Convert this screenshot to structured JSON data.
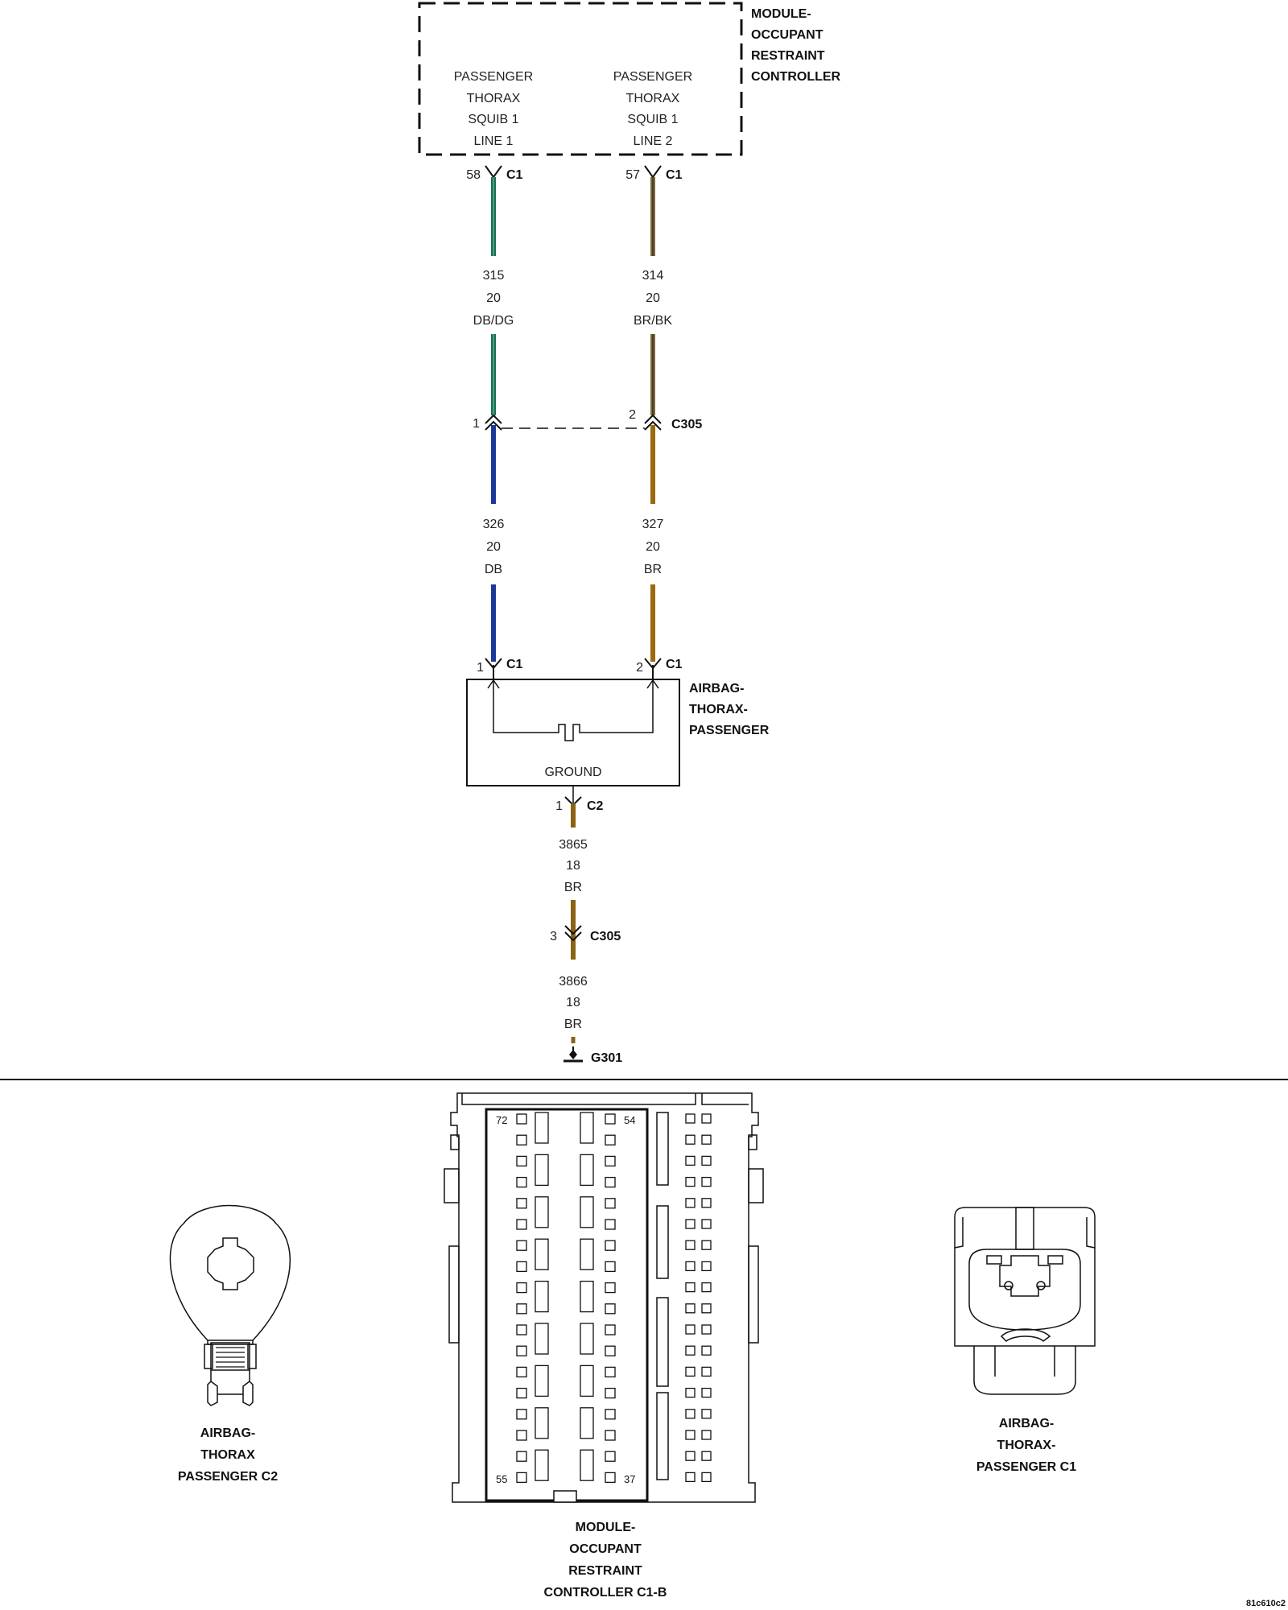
{
  "module": {
    "title": [
      "MODULE-",
      "OCCUPANT",
      "RESTRAINT",
      "CONTROLLER"
    ],
    "circuit1_label": [
      "PASSENGER",
      "THORAX",
      "SQUIB 1",
      "LINE 1"
    ],
    "circuit2_label": [
      "PASSENGER",
      "THORAX",
      "SQUIB 1",
      "LINE 2"
    ],
    "pin_left": "58",
    "pin_right": "57",
    "connector": "C1"
  },
  "wires_upper": [
    {
      "number": "315",
      "gauge": "20",
      "color_code": "DB/DG",
      "color": "#1f6b5e"
    },
    {
      "number": "314",
      "gauge": "20",
      "color_code": "BR/BK",
      "color": "#7c6a3e"
    }
  ],
  "inline_connector": {
    "name": "C305",
    "pin_left": "1",
    "pin_right": "2",
    "pin_ground": "3"
  },
  "wires_lower": [
    {
      "number": "326",
      "gauge": "20",
      "color_code": "DB",
      "color": "#1a3a9a"
    },
    {
      "number": "327",
      "gauge": "20",
      "color_code": "BR",
      "color": "#9a6a10"
    }
  ],
  "airbag": {
    "title": [
      "AIRBAG-",
      "THORAX-",
      "PASSENGER"
    ],
    "pin_left": "1",
    "pin_right": "2",
    "connector": "C1",
    "ground_label": "GROUND",
    "ground_pin": "1",
    "ground_connector": "C2"
  },
  "ground_wires": [
    {
      "number": "3865",
      "gauge": "18",
      "color_code": "BR",
      "color": "#8a6412"
    },
    {
      "number": "3866",
      "gauge": "18",
      "color_code": "BR",
      "color": "#8a6412"
    }
  ],
  "ground_point": "G301",
  "connector_views": {
    "c2_label": [
      "AIRBAG-",
      "THORAX",
      "PASSENGER C2"
    ],
    "mod_label": [
      "MODULE-",
      "OCCUPANT",
      "RESTRAINT",
      "CONTROLLER C1-B"
    ],
    "c1_label": [
      "AIRBAG-",
      "THORAX-",
      "PASSENGER C1"
    ],
    "pin_top_left": "72",
    "pin_top_right": "54",
    "pin_bottom_left": "55",
    "pin_bottom_right": "37"
  },
  "figure_id": "81c610c2"
}
